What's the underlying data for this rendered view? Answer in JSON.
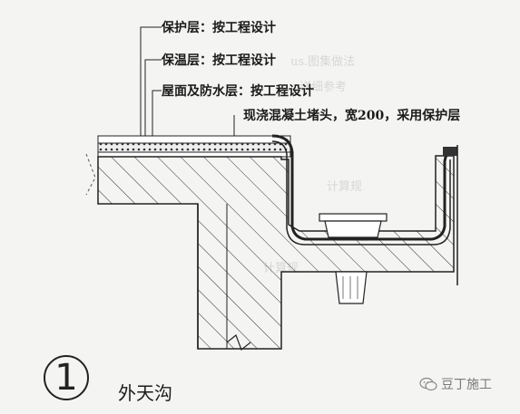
{
  "labels": {
    "protect": "保护层：按工程设计",
    "insulate": "保温层：按工程设计",
    "waterproof": "屋面及防水层：按工程设计",
    "concrete": "现浇混凝土堵头，宽200，采用保护层"
  },
  "caption": {
    "number": "1",
    "title": "外天沟"
  },
  "watermark": {
    "text": "豆丁施工",
    "icon": "wechat-icon"
  },
  "colors": {
    "ink": "#1b1b1b",
    "paper": "#f4f4f2"
  }
}
